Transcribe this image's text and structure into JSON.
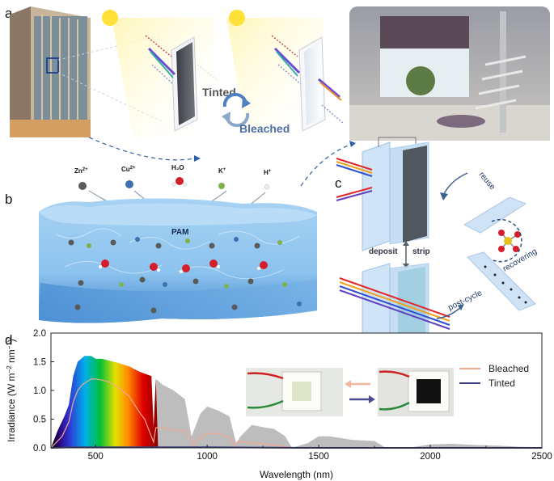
{
  "panels": {
    "a": "a",
    "b": "b",
    "c": "c",
    "d": "d"
  },
  "panel_a": {
    "tinted": "Tinted",
    "bleached": "Bleached"
  },
  "panel_b": {
    "ions": [
      {
        "main": "Zn",
        "sup": "2+",
        "color": "#5a5a5a"
      },
      {
        "main": "Cu",
        "sup": "2+",
        "color": "#3f6fb0"
      },
      {
        "main": "H₂O",
        "sup": "",
        "color": "#d61e2a"
      },
      {
        "main": "K",
        "sup": "+",
        "color": "#7db34a"
      },
      {
        "main": "H",
        "sup": "+",
        "color": "#e6e6e6"
      }
    ],
    "gel_label": "PAM"
  },
  "panel_c": {
    "deposit": "deposit",
    "strip": "strip",
    "reuse": "reuse",
    "recovering": "recovering",
    "post_cycle": "post-cycle"
  },
  "chart_data": {
    "type": "area",
    "x_axis": {
      "label": "Wavelength (nm)",
      "range": [
        300,
        2500
      ],
      "ticks": [
        500,
        1000,
        1500,
        2000,
        2500
      ]
    },
    "y_axis": {
      "label_main": "Irradiance (W m",
      "label_sup1": "−2",
      "label_mid": " nm",
      "label_sup2": "−1",
      "label_end": ")",
      "range": [
        0,
        2.0
      ],
      "ticks": [
        "0.0",
        "0.5",
        "1.0",
        "1.5",
        "2.0"
      ]
    },
    "solar_spectrum": {
      "x": [
        300,
        330,
        360,
        380,
        400,
        420,
        450,
        480,
        500,
        530,
        560,
        600,
        650,
        700,
        750,
        760,
        770,
        800,
        850,
        900,
        930,
        950,
        970,
        1000,
        1050,
        1100,
        1130,
        1150,
        1200,
        1250,
        1300,
        1350,
        1380,
        1450,
        1500,
        1550,
        1650,
        1750,
        1800,
        1900,
        1950,
        2000,
        2100,
        2200,
        2300,
        2400,
        2500
      ],
      "y": [
        0.0,
        0.3,
        0.55,
        0.75,
        1.25,
        1.5,
        1.6,
        1.6,
        1.55,
        1.55,
        1.52,
        1.48,
        1.42,
        1.32,
        1.25,
        0.35,
        1.2,
        1.1,
        1.0,
        0.85,
        0.2,
        0.4,
        0.6,
        0.72,
        0.65,
        0.55,
        0.08,
        0.2,
        0.4,
        0.36,
        0.33,
        0.2,
        0.0,
        0.08,
        0.2,
        0.2,
        0.14,
        0.12,
        0.0,
        0.0,
        0.03,
        0.06,
        0.07,
        0.05,
        0.04,
        0.02,
        0.01
      ],
      "color": "#bdbdbd"
    },
    "series": [
      {
        "name": "Bleached",
        "color": "#f4a791",
        "x": [
          300,
          350,
          380,
          400,
          420,
          440,
          460,
          480,
          500,
          530,
          560,
          600,
          650,
          700,
          720,
          760,
          770,
          800,
          850,
          900,
          920,
          940,
          960,
          1000,
          1050,
          1100,
          1120,
          1140,
          1160,
          1200,
          1250,
          1300,
          1350,
          1400,
          2500
        ],
        "y": [
          0.0,
          0.2,
          0.45,
          0.8,
          1.0,
          1.1,
          1.15,
          1.2,
          1.2,
          1.18,
          1.15,
          1.05,
          0.9,
          0.6,
          0.5,
          0.1,
          0.35,
          0.35,
          0.3,
          0.3,
          0.18,
          0.05,
          0.15,
          0.25,
          0.25,
          0.18,
          0.05,
          0.12,
          0.1,
          0.09,
          0.07,
          0.05,
          0.02,
          0.0,
          0.0
        ]
      },
      {
        "name": "Tinted",
        "color": "#3a3f80",
        "x": [
          300,
          400,
          500,
          700,
          1000,
          1500,
          2500
        ],
        "y": [
          0.0,
          0.01,
          0.01,
          0.01,
          0.01,
          0.0,
          0.0
        ]
      }
    ]
  }
}
